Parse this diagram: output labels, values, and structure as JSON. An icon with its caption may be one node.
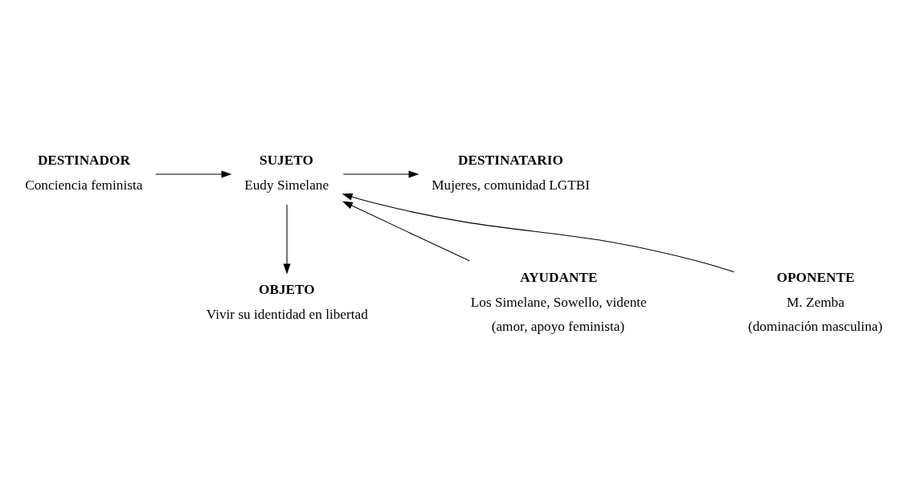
{
  "diagram": {
    "nodes": [
      {
        "text": [
          "DESTINADOR",
          "Conciencia feminista"
        ]
      },
      {
        "text": [
          "SUJETO",
          "Eudy Simelane"
        ]
      },
      {
        "text": [
          "DESTINATARIO",
          "Mujeres, comunidad LGTBI"
        ]
      },
      {
        "text": [
          "AYUDANTE",
          "Los Simelane, Sowello, vidente",
          "(amor, apoyo feminista)"
        ]
      },
      {
        "text": [
          "OBJETO",
          "Vivir su identidad en libertad"
        ]
      },
      {
        "text": [
          "OPONENTE",
          "M. Zemba",
          "(dominación masculina)"
        ]
      }
    ],
    "edges": [
      {
        "from": 0,
        "to": 1,
        "arrow": "to"
      },
      {
        "from": 1,
        "to": 2,
        "arrow": "to"
      },
      {
        "from": 3,
        "to": 1,
        "arrow": "to"
      },
      {
        "from": 5,
        "to": 1,
        "arrow": "to"
      },
      {
        "from": 1,
        "to": 4,
        "arrow": "to"
      }
    ]
  }
}
